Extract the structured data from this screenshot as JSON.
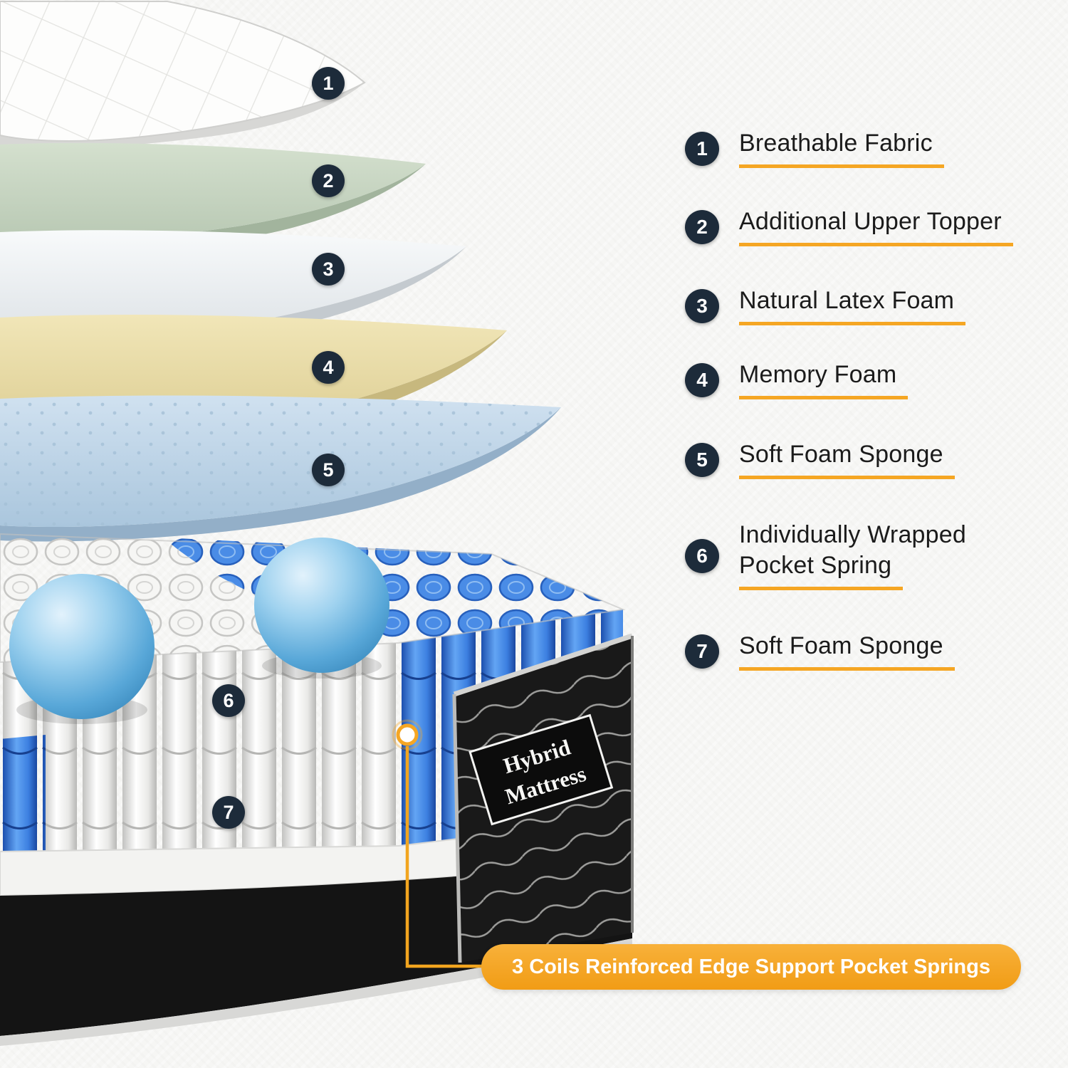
{
  "colors": {
    "accent_orange": "#F5A623",
    "badge_navy": "#1D2B3A",
    "spring_blue": "#3B7DE0",
    "layer_sage": "#C9D7C5",
    "layer_white": "#EFF1F3",
    "layer_cream": "#ECE0AC",
    "layer_blue": "#C3D8EA",
    "base_black": "#151515"
  },
  "legend": {
    "items": [
      {
        "number": "1",
        "label": "Breathable Fabric"
      },
      {
        "number": "2",
        "label": "Additional Upper Topper"
      },
      {
        "number": "3",
        "label": "Natural Latex Foam"
      },
      {
        "number": "4",
        "label": "Memory Foam"
      },
      {
        "number": "5",
        "label": "Soft Foam Sponge"
      },
      {
        "number": "6",
        "label": "Individually Wrapped",
        "label_line2": "Pocket Spring"
      },
      {
        "number": "7",
        "label": "Soft Foam Sponge"
      }
    ]
  },
  "diagram": {
    "markers": [
      "1",
      "2",
      "3",
      "4",
      "5",
      "6",
      "7"
    ],
    "brand": {
      "line1": "Hybrid",
      "line2": "Mattress"
    }
  },
  "callout": {
    "text": "3 Coils Reinforced Edge Support Pocket Springs"
  }
}
